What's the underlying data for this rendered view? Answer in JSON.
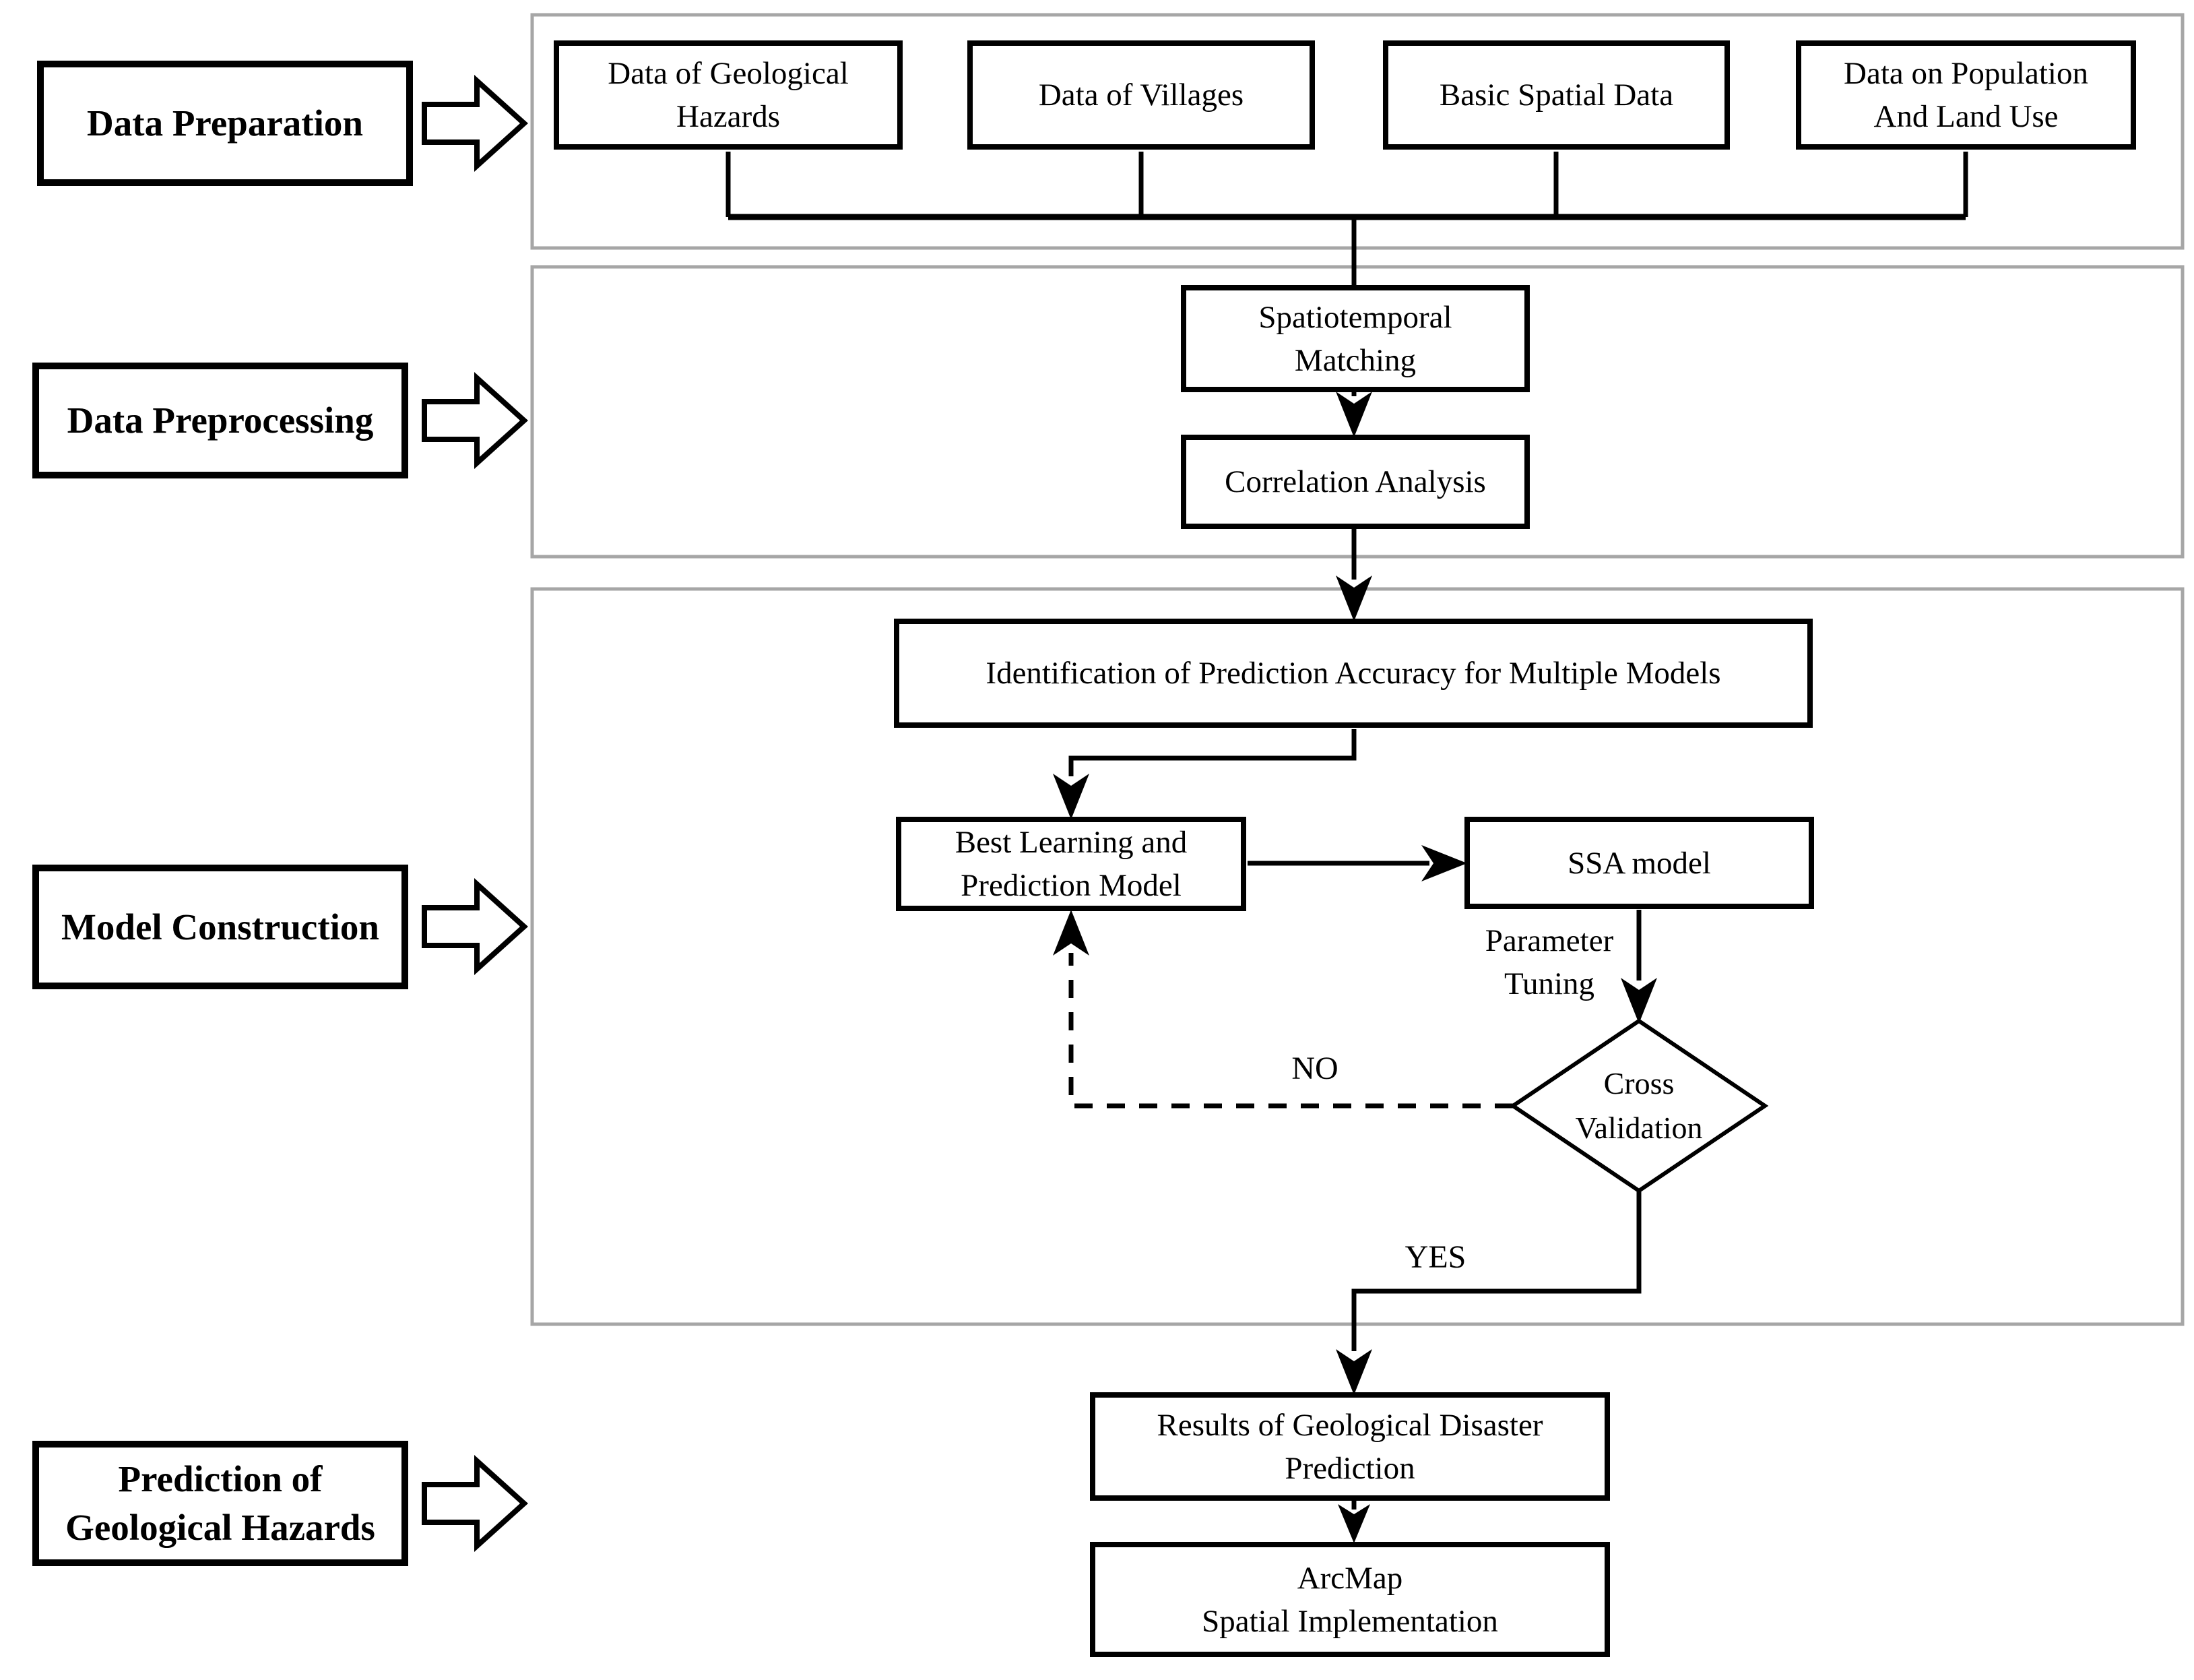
{
  "stages": [
    {
      "lines": [
        "Data Preparation"
      ]
    },
    {
      "lines": [
        "Data Preprocessing"
      ]
    },
    {
      "lines": [
        "Model Construction"
      ]
    },
    {
      "lines": [
        "Prediction of",
        "Geological Hazards"
      ]
    }
  ],
  "data_sources": [
    {
      "lines": [
        "Data of Geological",
        "Hazards"
      ]
    },
    {
      "lines": [
        "Data of Villages"
      ]
    },
    {
      "lines": [
        "Basic Spatial Data"
      ]
    },
    {
      "lines": [
        "Data on Population",
        "And Land Use"
      ]
    }
  ],
  "preprocessing": {
    "spatiotemporal": {
      "lines": [
        "Spatiotemporal",
        "Matching"
      ]
    },
    "correlation": {
      "lines": [
        "Correlation Analysis"
      ]
    }
  },
  "model_construction": {
    "identification": {
      "lines": [
        "Identification of Prediction Accuracy for Multiple Models"
      ]
    },
    "best_model": {
      "lines": [
        "Best Learning and",
        "Prediction Model"
      ]
    },
    "ssa": {
      "lines": [
        "SSA model"
      ]
    },
    "cross_validation": {
      "lines": [
        "Cross",
        "Validation"
      ]
    }
  },
  "prediction": {
    "results": {
      "lines": [
        "Results of Geological Disaster",
        "Prediction"
      ]
    },
    "arcmap": {
      "lines": [
        "ArcMap",
        "Spatial Implementation"
      ]
    }
  },
  "edge_labels": {
    "parameter_tuning": {
      "lines": [
        "Parameter",
        "Tuning"
      ]
    },
    "no": "NO",
    "yes": "YES"
  },
  "colors": {
    "line": "#000000",
    "container_border": "#a6a6a6",
    "node_fill": "#ffffff",
    "text": "#000000"
  }
}
